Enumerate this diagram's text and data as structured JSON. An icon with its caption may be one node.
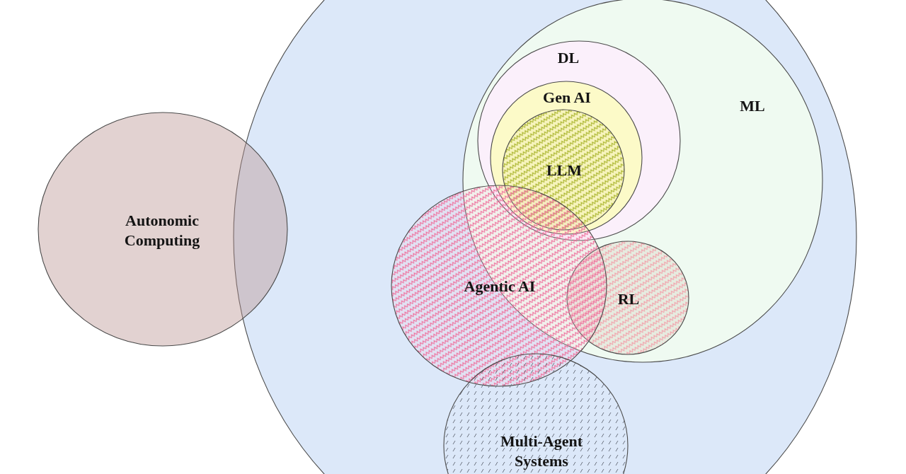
{
  "diagram": {
    "nodes": [
      {
        "text": [],
        "shape": "ellipse"
      },
      {
        "text": [
          "ML"
        ],
        "in": 0
      },
      {
        "text": [
          "DL"
        ],
        "in": 1
      },
      {
        "text": [
          "Gen AI"
        ],
        "in": 2
      },
      {
        "text": [
          "LLM"
        ],
        "in": 3
      },
      {
        "text": [
          "Autonomic Computing"
        ]
      },
      {
        "text": [
          "Agentic AI"
        ],
        "in": 0
      },
      {
        "text": [
          "RL"
        ],
        "in": 1
      },
      {
        "text": [
          "Multi-Agent Systems"
        ],
        "in": 0
      }
    ]
  }
}
